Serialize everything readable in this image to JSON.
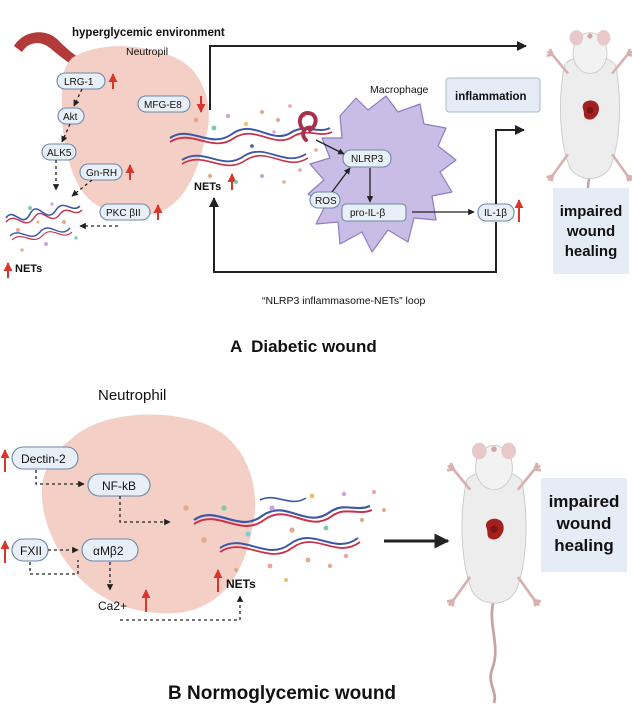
{
  "panel_a": {
    "caption": "A  Diabetic wound",
    "env_label": "hyperglycemic environment",
    "neutrophil_label": "Neutropil",
    "macrophage_label": "Macrophage",
    "nets_label_left": "NETs",
    "nets_label_center": "NETs",
    "loop_label": "“NLRP3 inflammasome-NETs” loop",
    "inflammation_label": "inflammation",
    "outcome_lines": [
      "impaired",
      "wound",
      "healing"
    ],
    "pills": {
      "lrg1": "LRG-1",
      "akt": "Akt",
      "alk5": "ALK5",
      "gnrh": "Gn-RH",
      "pkc": "PKC βII",
      "mfge8": "MFG-E8",
      "nlrp3": "NLRP3",
      "ros": "ROS",
      "proil1b": "pro-IL-β",
      "il1b": "IL-1β"
    }
  },
  "panel_b": {
    "caption": "B Normoglycemic wound",
    "neutrophil_label": "Neutrophil",
    "nets_label": "NETs",
    "ca_label": "Ca2+",
    "outcome_lines": [
      "impaired",
      "wound",
      "healing"
    ],
    "pills": {
      "dectin2": "Dectin-2",
      "nfkb": "NF-kB",
      "fxii": "FXII",
      "amb2": "αMβ2"
    }
  },
  "colors": {
    "arrow_up_down": "#d9352b",
    "neutrophil": "#f3cfc6",
    "macrophage": "#c9bde6",
    "outcome_box": "#e6ecf5",
    "pill_fill": "#e9eff7"
  }
}
